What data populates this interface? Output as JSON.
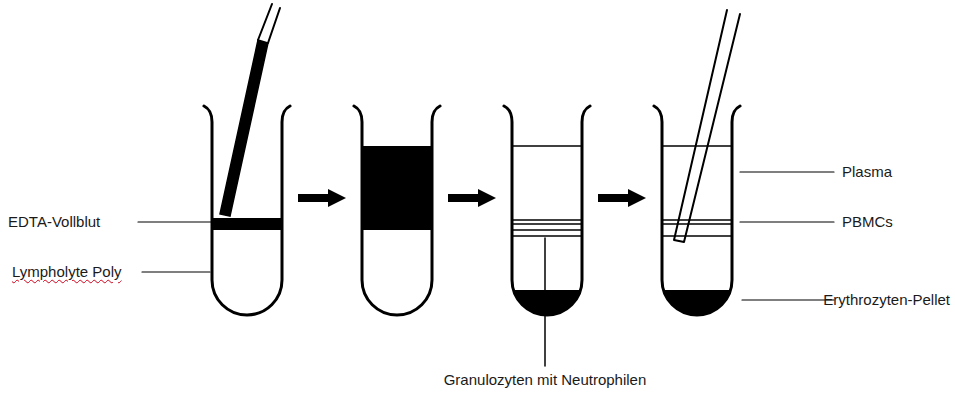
{
  "diagram": {
    "labels": [
      "EDTA-Vollblut",
      "Lympholyte Poly",
      "Granulozyten mit Neutrophilen",
      "Plasma",
      "PBMCs",
      "Erythrozyten-Pellet"
    ]
  }
}
